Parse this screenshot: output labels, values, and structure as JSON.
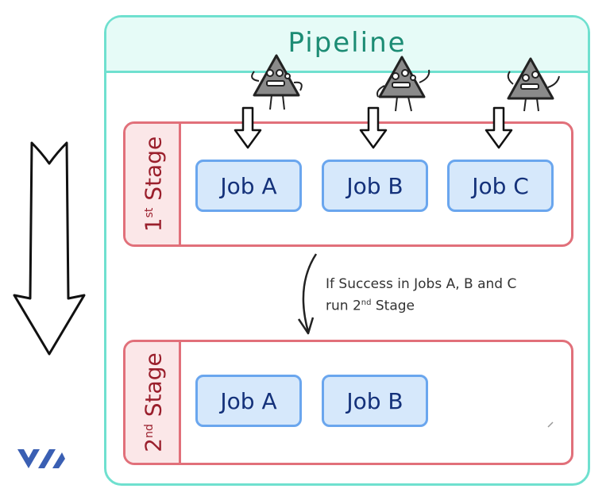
{
  "pipeline": {
    "title": "Pipeline"
  },
  "stages": [
    {
      "label_main": "1",
      "label_sup": "st",
      "label_rest": " Stage",
      "jobs": [
        "Job A",
        "Job B",
        "Job C"
      ]
    },
    {
      "label_main": "2",
      "label_sup": "nd",
      "label_rest": " Stage",
      "jobs": [
        "Job A",
        "Job B"
      ]
    }
  ],
  "note": {
    "line1": "If Success in Jobs A, B and C",
    "line2_prefix": "run 2",
    "line2_sup": "nd",
    "line2_suffix": " Stage"
  },
  "colors": {
    "pipeline_border": "#6fe0cf",
    "pipeline_header_bg": "#e6fbf7",
    "pipeline_title": "#1c8c74",
    "stage_border": "#e1707a",
    "stage_label_bg": "#fbe7e8",
    "stage_label_text": "#9a1f2c",
    "job_bg": "#d6e8fb",
    "job_border": "#6aa6ee",
    "job_text": "#14317a",
    "logo": "#3a5fb3"
  },
  "icons": [
    "down-arrow-icon",
    "runner-robot-icon",
    "curved-arrow-icon",
    "logo-icon"
  ]
}
